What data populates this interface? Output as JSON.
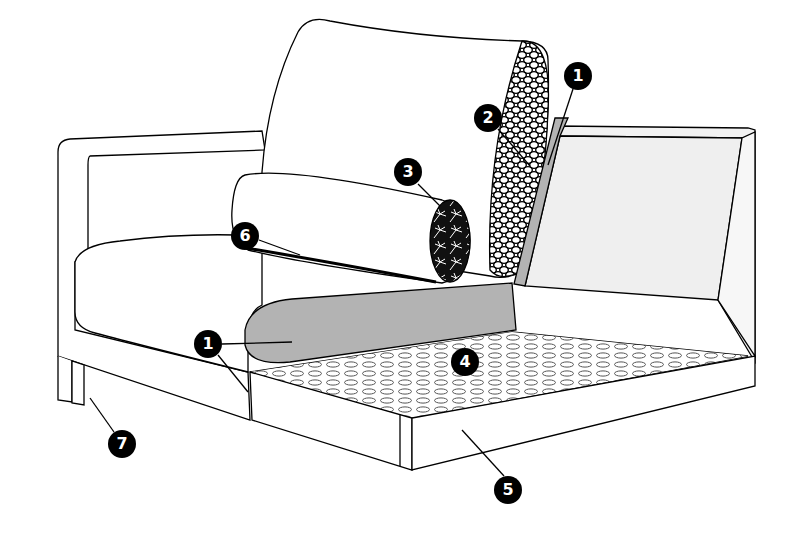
{
  "diagram": {
    "labels": [
      "1",
      "2",
      "3",
      "6",
      "1",
      "4",
      "5",
      "7"
    ]
  }
}
